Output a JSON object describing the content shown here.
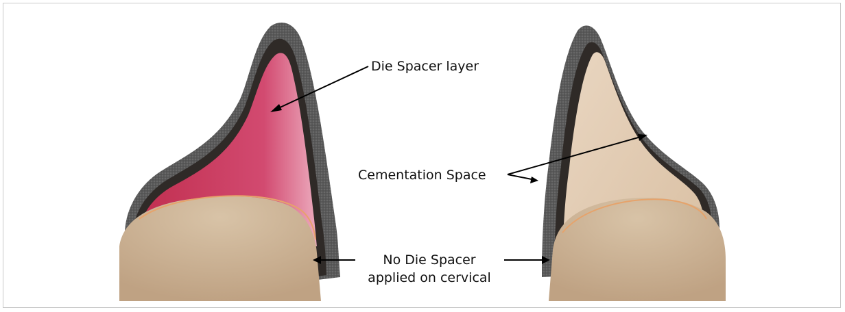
{
  "labels": {
    "die_spacer_layer": "Die Spacer layer",
    "cementation_space": "Cementation Space",
    "no_die_spacer_line1": "No Die Spacer",
    "no_die_spacer_line2": "applied on cervical"
  },
  "colors": {
    "crown_gray": "#5a5a5a",
    "cement_dark": "#2e2a27",
    "die_spacer_red": "#c8355a",
    "die_spacer_pink": "#e08aa4",
    "tooth_beige": "#dcc3a8",
    "root_tan": "#c7ad8d",
    "margin_line": "#e6a36b",
    "arrow": "#000000"
  }
}
